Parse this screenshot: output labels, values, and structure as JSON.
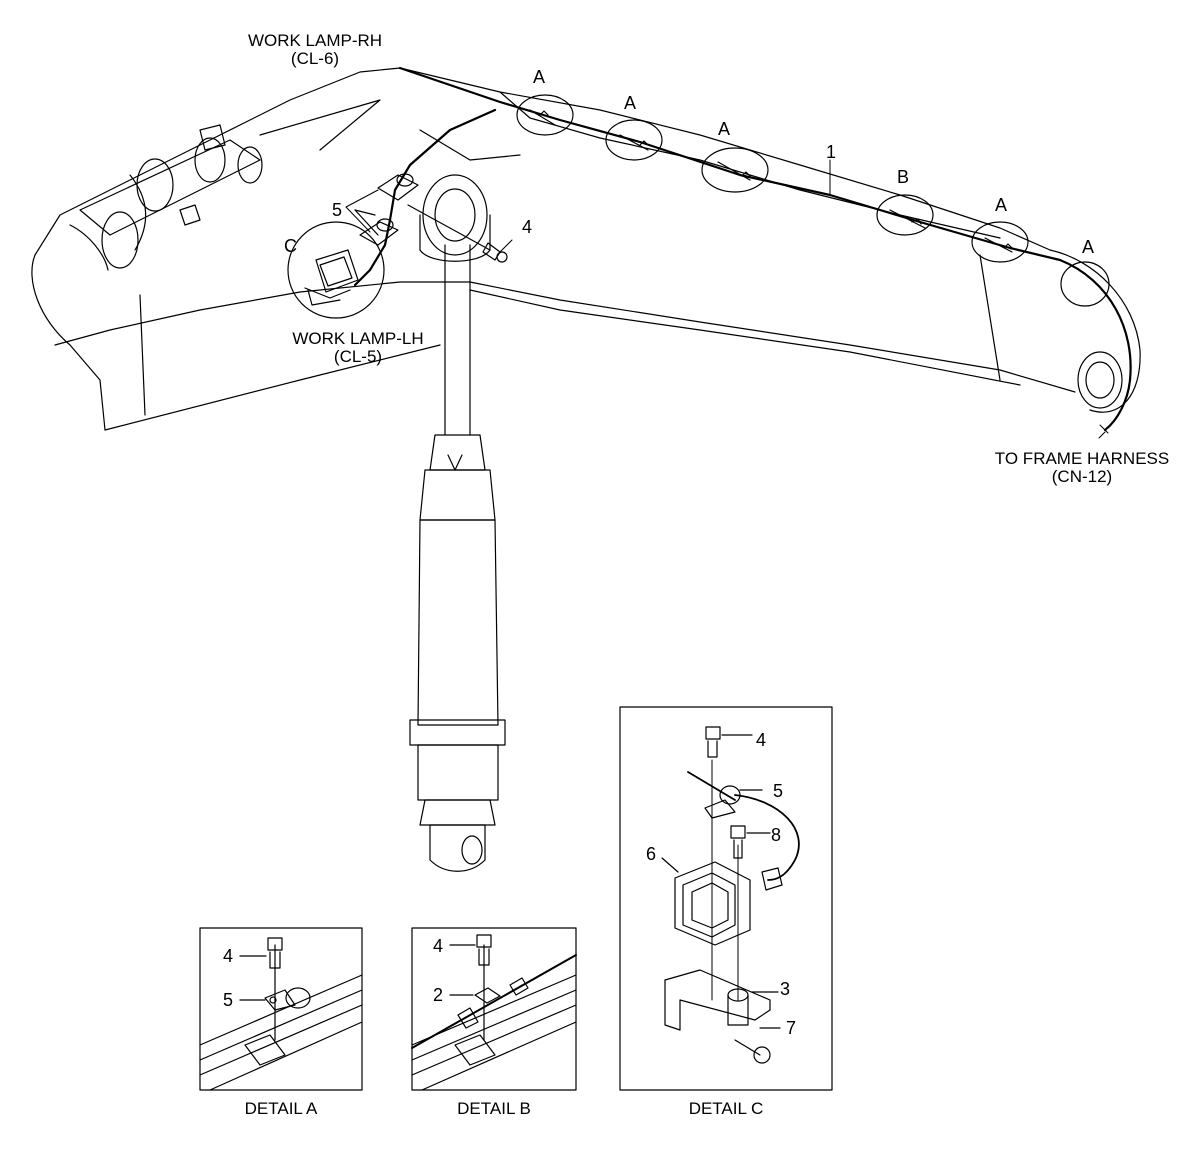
{
  "callouts": {
    "work_lamp_rh": "WORK LAMP-RH",
    "work_lamp_rh_code": "(CL-6)",
    "work_lamp_lh": "WORK LAMP-LH",
    "work_lamp_lh_code": "(CL-5)",
    "to_frame_harness": "TO FRAME HARNESS",
    "to_frame_harness_code": "(CN-12)"
  },
  "detail_markers": [
    "A",
    "A",
    "A",
    "B",
    "A",
    "A",
    "C"
  ],
  "part_numbers": {
    "harness": "1",
    "clip": "2",
    "bracket": "3",
    "bolt": "4",
    "clamp": "5",
    "lamp": "6",
    "nut_bolt": "7",
    "lamp_bolt": "8"
  },
  "details": {
    "a": {
      "caption": "DETAIL  A",
      "labels": [
        "4",
        "5"
      ]
    },
    "b": {
      "caption": "DETAIL  B",
      "labels": [
        "4",
        "2"
      ]
    },
    "c": {
      "caption": "DETAIL  C",
      "labels": [
        "4",
        "5",
        "8",
        "6",
        "3",
        "7"
      ]
    }
  }
}
